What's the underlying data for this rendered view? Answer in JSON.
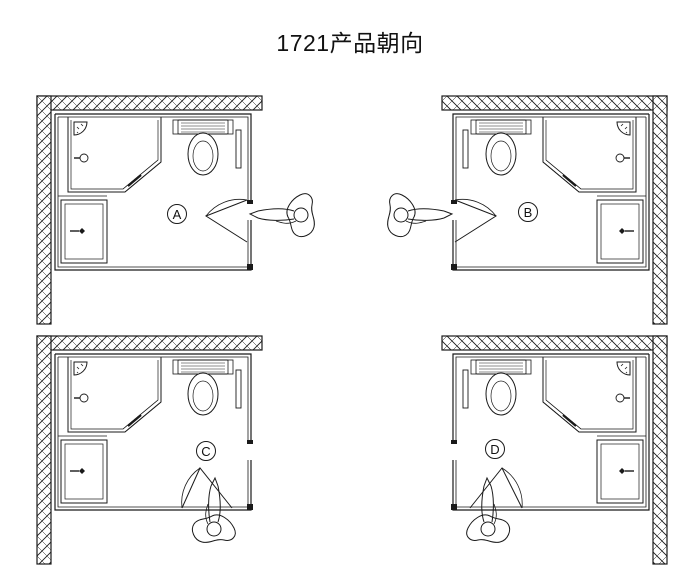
{
  "title": "1721产品朝向",
  "units": [
    {
      "label": "A"
    },
    {
      "label": "B"
    },
    {
      "label": "C"
    },
    {
      "label": "D"
    }
  ],
  "colors": {
    "line": "#1a1a1a",
    "wall_fill": "#ffffff",
    "background": "#ffffff"
  },
  "icons": [
    "brick-wall-hatch",
    "shower-head-icon",
    "toilet-icon",
    "sink-icon",
    "door-swing-icon",
    "person-icon"
  ]
}
